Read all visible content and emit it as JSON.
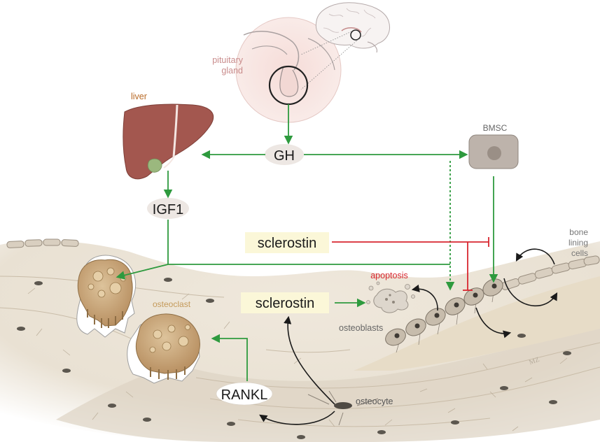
{
  "labels": {
    "pituitary_line1": "pituitary",
    "pituitary_line2": "gland",
    "liver": "liver",
    "gh": "GH",
    "bmsc": "BMSC",
    "igf1": "IGF1",
    "sclerostin_top": "sclerostin",
    "sclerostin_mid": "sclerostin",
    "apoptosis": "apoptosis",
    "osteoclast": "osteoclast",
    "osteoblasts": "osteoblasts",
    "rankl": "RANKL",
    "osteocyte": "osteocyte",
    "bone_lining_line1": "bone",
    "bone_lining_line2": "lining",
    "bone_lining_line3": "cells",
    "signature": "MZ"
  },
  "colors": {
    "stimulate_arrow": "#2e9a3e",
    "inhibit_arrow": "#d8262f",
    "cycle_arrow": "#1a1a1a",
    "bone_tissue": "#ebe3d6",
    "osteoclast": "#c9a777",
    "liver": "#a3574f",
    "pituitary_label": "#c98c8c",
    "liver_label": "#b86a26",
    "osteoclast_label": "#c49a5a",
    "apoptosis_label": "#d8262f",
    "sclerostin_box": "#fbf7d8"
  }
}
